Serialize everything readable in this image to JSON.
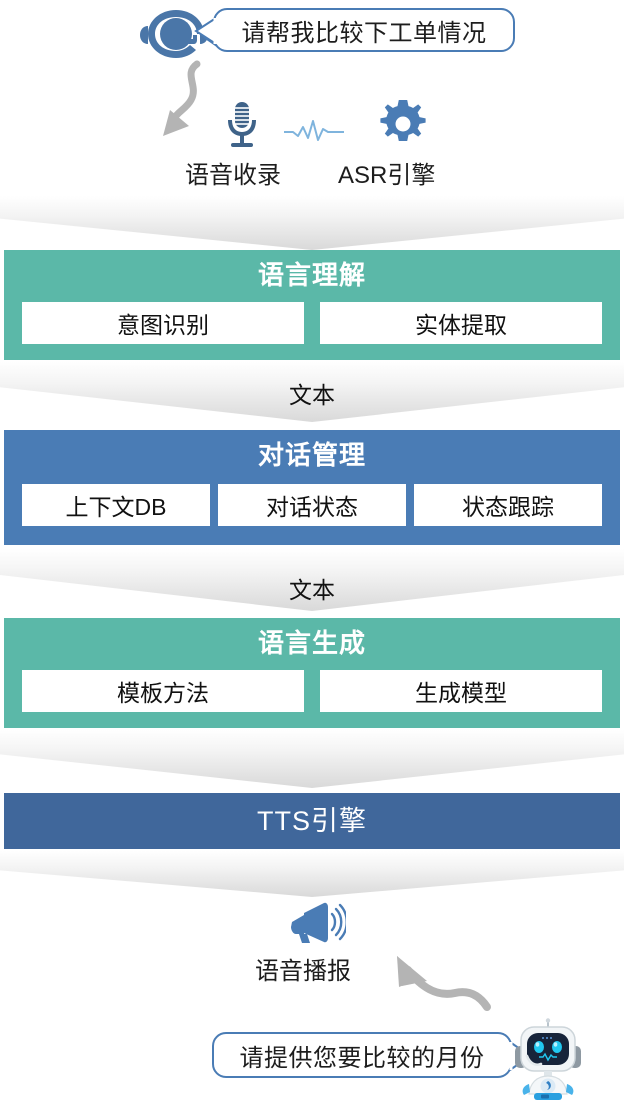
{
  "colors": {
    "accent_blue": "#4a7cb5",
    "dark_blue": "#40679b",
    "teal_green": "#5bb8a8",
    "icon_blue": "#4a76a8",
    "arrow_gray": "#b4b4b4",
    "text_dark": "#1d1d1d"
  },
  "user_request": {
    "bubble_text": "请帮我比较下工单情况",
    "avatar_icon": "headset-operator-icon"
  },
  "input_stage": {
    "items": [
      {
        "icon": "microphone-icon",
        "label": "语音收录"
      },
      {
        "icon": "gear-icon",
        "label": "ASR引擎",
        "waveform_icon": "audio-waveform-icon"
      }
    ]
  },
  "pipeline": [
    {
      "id": "nlu",
      "title": "语言理解",
      "color": "#5bb8a8",
      "modules": [
        "意图识别",
        "实体提取"
      ]
    },
    {
      "id": "dm",
      "title": "对话管理",
      "color": "#4a7cb5",
      "modules": [
        "上下文DB",
        "对话状态",
        "状态跟踪"
      ]
    },
    {
      "id": "nlg",
      "title": "语言生成",
      "color": "#5bb8a8",
      "modules": [
        "模板方法",
        "生成模型"
      ]
    },
    {
      "id": "tts",
      "title": "TTS引擎",
      "color": "#40679b",
      "modules": []
    }
  ],
  "connectors": [
    {
      "id": "chev-1",
      "label": ""
    },
    {
      "id": "chev-2",
      "label": "文本"
    },
    {
      "id": "chev-3",
      "label": "文本"
    },
    {
      "id": "chev-4",
      "label": ""
    },
    {
      "id": "chev-5",
      "label": ""
    }
  ],
  "output_stage": {
    "icon": "megaphone-speaker-icon",
    "label": "语音播报"
  },
  "bot_response": {
    "bubble_text": "请提供您要比较的月份",
    "avatar_icon": "robot-assistant-icon"
  }
}
